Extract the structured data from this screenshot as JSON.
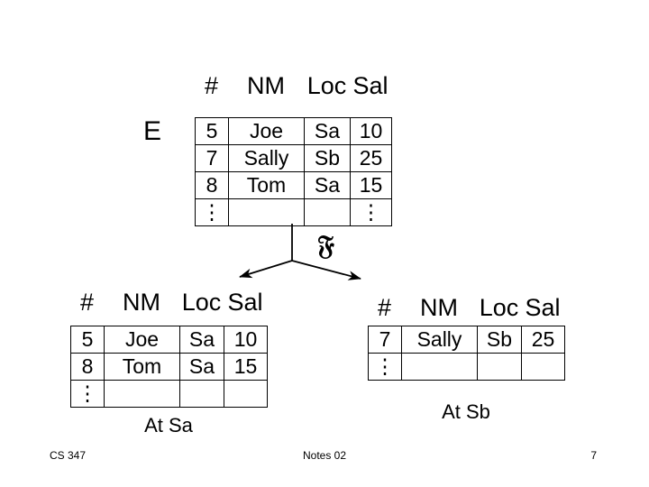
{
  "slide": {
    "source_label": "E",
    "fragment_symbol": "𝔉",
    "ellipsis_glyph": "⋮"
  },
  "master_table": {
    "name": "E",
    "headers": [
      "#",
      "NM",
      "Loc",
      "Sal"
    ],
    "rows": [
      [
        "5",
        "Joe",
        "Sa",
        "10"
      ],
      [
        "7",
        "Sally",
        "Sb",
        "25"
      ],
      [
        "8",
        "Tom",
        "Sa",
        "15"
      ],
      [
        "⋮",
        "",
        "",
        "⋮"
      ]
    ]
  },
  "fragment_left": {
    "caption": "At Sa",
    "headers": [
      "#",
      "NM",
      "Loc",
      "Sal"
    ],
    "rows": [
      [
        "5",
        "Joe",
        "Sa",
        "10"
      ],
      [
        "8",
        "Tom",
        "Sa",
        "15"
      ],
      [
        "⋮",
        "",
        "",
        ""
      ]
    ]
  },
  "fragment_right": {
    "caption": "At Sb",
    "headers": [
      "#",
      "NM",
      "Loc",
      "Sal"
    ],
    "rows": [
      [
        "7",
        "Sally",
        "Sb",
        "25"
      ],
      [
        "⋮",
        "",
        "",
        ""
      ]
    ]
  },
  "footer": {
    "course": "CS 347",
    "notes": "Notes 02",
    "page": "7"
  }
}
